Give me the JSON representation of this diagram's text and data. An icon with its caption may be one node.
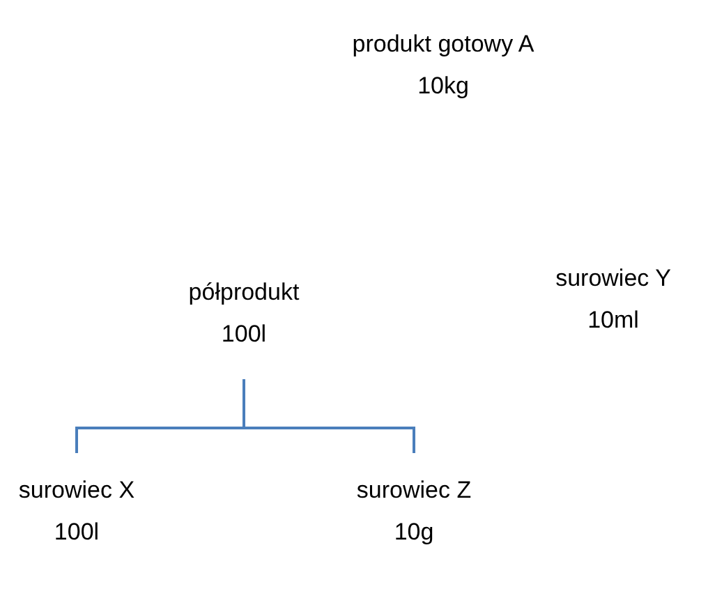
{
  "diagram": {
    "nodes": [
      {
        "text": [
          "produkt gotowy A",
          "10kg"
        ]
      },
      {
        "text": [
          "półprodukt",
          "100l"
        ]
      },
      {
        "text": [
          "surowiec Y",
          "10ml"
        ]
      },
      {
        "text": [
          "surowiec X",
          "100l"
        ]
      },
      {
        "text": [
          "surowiec Z",
          "10g"
        ]
      }
    ],
    "edges": [
      {
        "from": 1,
        "to": 3,
        "arrow": "none",
        "color": "#4a7ebb"
      },
      {
        "from": 1,
        "to": 4,
        "arrow": "none",
        "color": "#4a7ebb"
      }
    ]
  }
}
